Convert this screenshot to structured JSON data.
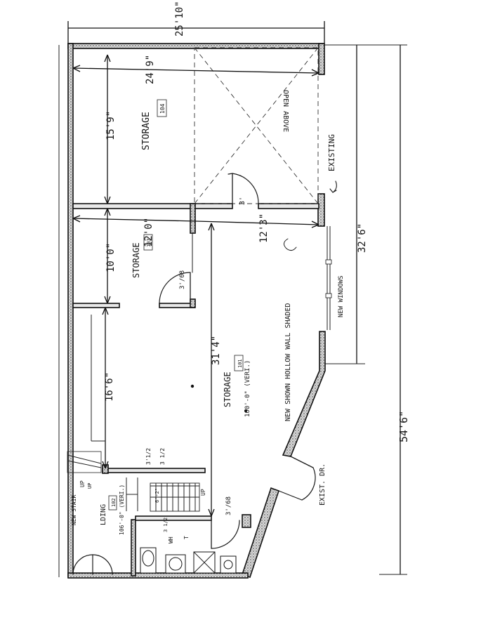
{
  "dimensions": {
    "overall_width": "25'10\"",
    "interior_width": "24'9\"",
    "room104_depth": "15'9\"",
    "room103_depth": "10'0\"",
    "room103_width": "12'0\"",
    "corridor_width": "12'3\"",
    "right_section": "32'6\"",
    "overall_length": "54'6\"",
    "room101_depth": "16'6\"",
    "room101_length": "31'4\""
  },
  "rooms": {
    "storage_104": {
      "name": "STORAGE",
      "number": "104"
    },
    "storage_103": {
      "name": "STORAGE",
      "number": "103"
    },
    "storage_101": {
      "name": "STORAGE",
      "number": "101",
      "elevation": "100'-0\" (VERI.)"
    },
    "landing_102": {
      "name": "LDING",
      "number": "102",
      "elevation": "106'-0\" (VERI.)"
    }
  },
  "annotations": {
    "open_above": "OPEN ABOVE",
    "existing": "EXISTING",
    "new_wall": "NEW SHOWN HOLLOW WALL SHADED",
    "new_windows": "NEW WINDOWS",
    "exist_dr": "EXIST. DR.",
    "new_stair": "NEW STAIR"
  },
  "door_labels": {
    "door_104": "3'",
    "door_103": "3'/68",
    "door_101": "3'/68"
  },
  "small_labels": {
    "stair_up": "UP",
    "stair_up2": "UP",
    "stair_up3": "UP",
    "riser_a": "3'1/2",
    "riser_b": "3 1/2",
    "riser_c": "6'-2\"",
    "riser_d": "3 1/2",
    "wh": "WH",
    "t": "T"
  }
}
